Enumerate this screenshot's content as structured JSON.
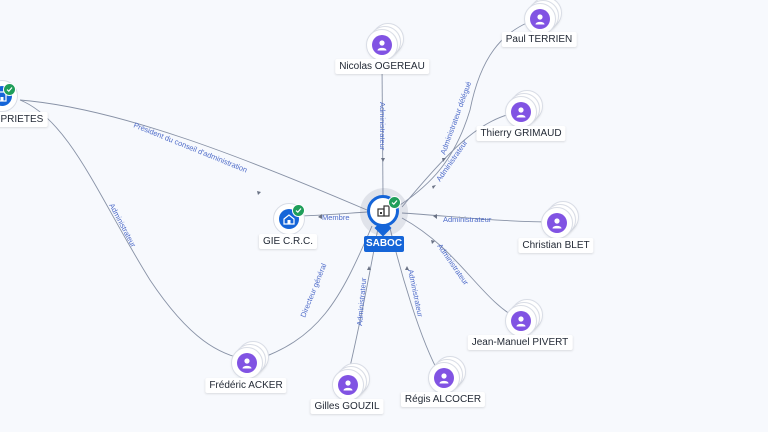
{
  "center": {
    "name": "SABOC",
    "type": "company",
    "verified": true
  },
  "nodes": {
    "paul_terrien": {
      "name": "Paul TERRIEN",
      "icon": "person-icon"
    },
    "nicolas_ogereau": {
      "name": "Nicolas OGEREAU",
      "icon": "person-icon"
    },
    "thierry_grimaud": {
      "name": "Thierry GRIMAUD",
      "icon": "person-icon"
    },
    "christian_blet": {
      "name": "Christian BLET",
      "icon": "person-icon"
    },
    "jean_manuel_pivert": {
      "name": "Jean-Manuel PIVERT",
      "icon": "person-icon"
    },
    "regis_alcocer": {
      "name": "Régis ALCOCER",
      "icon": "person-icon"
    },
    "gilles_gouzil": {
      "name": "Gilles GOUZIL",
      "icon": "person-icon"
    },
    "frederic_acker": {
      "name": "Frédéric ACKER",
      "icon": "person-icon"
    },
    "gie_crc": {
      "name": "GIE C.R.C.",
      "icon": "company-icon",
      "verified": true
    },
    "proprietes": {
      "name": "OPRIETES",
      "icon": "company-icon",
      "verified": true
    }
  },
  "edges": {
    "administrateur_delegue": "Administrateur délégué",
    "administrateur": "Administrateur",
    "membre": "Membre",
    "directeur_general": "Directeur général",
    "president_ca": "Président du conseil d'administration"
  },
  "colors": {
    "person": "#8153e3",
    "company": "#1565d8",
    "verified": "#1f9e5a",
    "edge": "#8892a6",
    "edge_label": "#4f6cc9"
  }
}
